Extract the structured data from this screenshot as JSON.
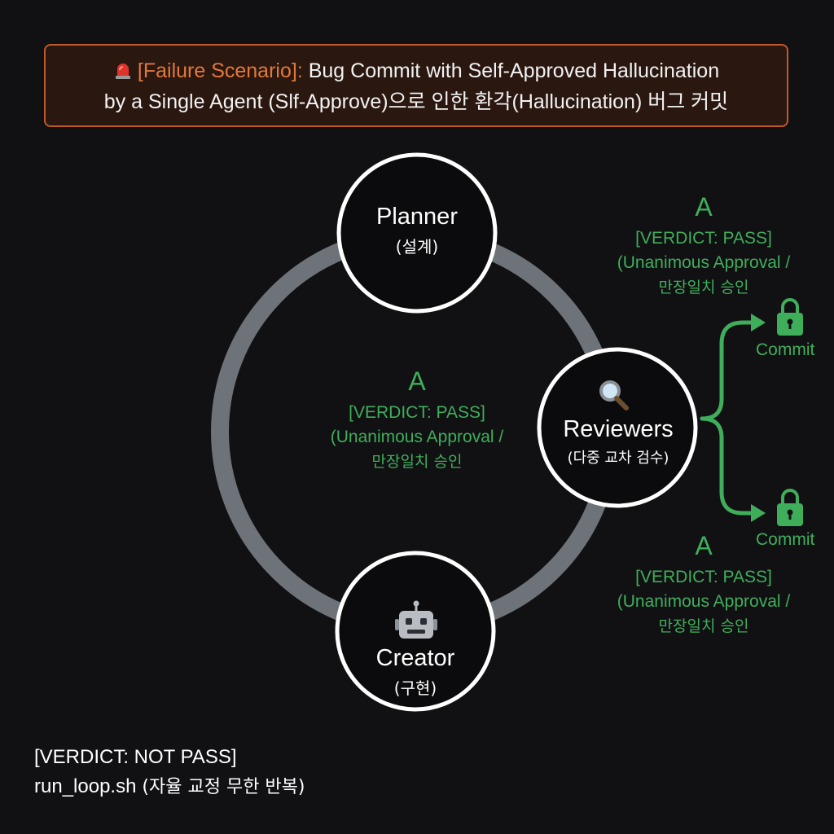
{
  "banner": {
    "tag": "[Failure Scenario]:",
    "line1_rest": " Bug Commit with Self-Approved Hallucination",
    "line2": "by a Single Agent (Slf-Approve)으로 인한 환각(Hallucination) 버그 커밋",
    "icon": "siren-icon"
  },
  "nodes": {
    "planner": {
      "title": "Planner",
      "subtitle": "(설계)"
    },
    "reviewers": {
      "title": "Reviewers",
      "subtitle": "(다중 교차 검수)",
      "icon": "magnifier-icon"
    },
    "creator": {
      "title": "Creator",
      "subtitle": "(구현)",
      "icon": "robot-icon"
    }
  },
  "verdicts": {
    "center": {
      "grade": "A",
      "line1": "[VERDICT: PASS]",
      "line2": "(Unanimous Approval /",
      "line3": "만장일치 승인"
    },
    "top_right": {
      "grade": "A",
      "line1": "[VERDICT: PASS]",
      "line2": "(Unanimous Approval /",
      "line3": "만장일치 승인"
    },
    "bottom_right": {
      "grade": "A",
      "line1": "[VERDICT: PASS]",
      "line2": "(Unanimous Approval /",
      "line3": "만장일치 승인"
    }
  },
  "commits": {
    "top": {
      "label": "Commit",
      "icon": "lock-icon"
    },
    "bottom": {
      "label": "Commit",
      "icon": "lock-icon"
    }
  },
  "footer": {
    "line1": "[VERDICT: NOT PASS]",
    "line2_code": "run_loop.sh",
    "line2_ko": " (자율 교정 무한 반복)"
  },
  "colors": {
    "background": "#111114",
    "banner_border": "#c0582a",
    "banner_tag": "#e2793a",
    "ring": "#6e737a",
    "node_fill": "#0b0b0d",
    "pass_green": "#3fae5a"
  }
}
